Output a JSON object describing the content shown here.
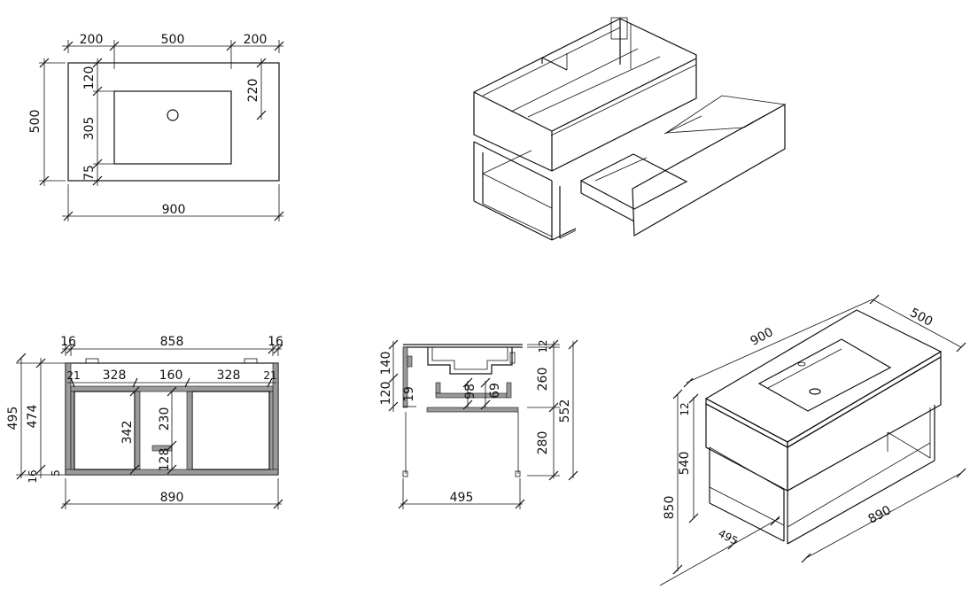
{
  "top_view": {
    "w_left": "200",
    "w_mid": "500",
    "w_right": "200",
    "w_total": "900",
    "h_total": "500",
    "h_top": "120",
    "h_basin": "305",
    "h_bottom": "75",
    "h_right": "220"
  },
  "front_section": {
    "side_left": "16",
    "inner": "858",
    "side_right": "16",
    "c21a": "21",
    "c328a": "328",
    "c160": "160",
    "c328b": "328",
    "c21b": "21",
    "h495": "495",
    "h474": "474",
    "h342": "342",
    "h230": "230",
    "h128": "128",
    "h16": "16",
    "h5": "5",
    "w890": "890"
  },
  "side_section": {
    "d140": "140",
    "d120": "120",
    "d19": "19",
    "d98": "98",
    "d69": "69",
    "d12": "12",
    "d260": "260",
    "d552": "552",
    "d280": "280",
    "d495": "495"
  },
  "iso_view": {
    "d900": "900",
    "d500": "500",
    "d12": "12",
    "d540": "540",
    "d850": "850",
    "d495": "495",
    "d890": "890"
  }
}
